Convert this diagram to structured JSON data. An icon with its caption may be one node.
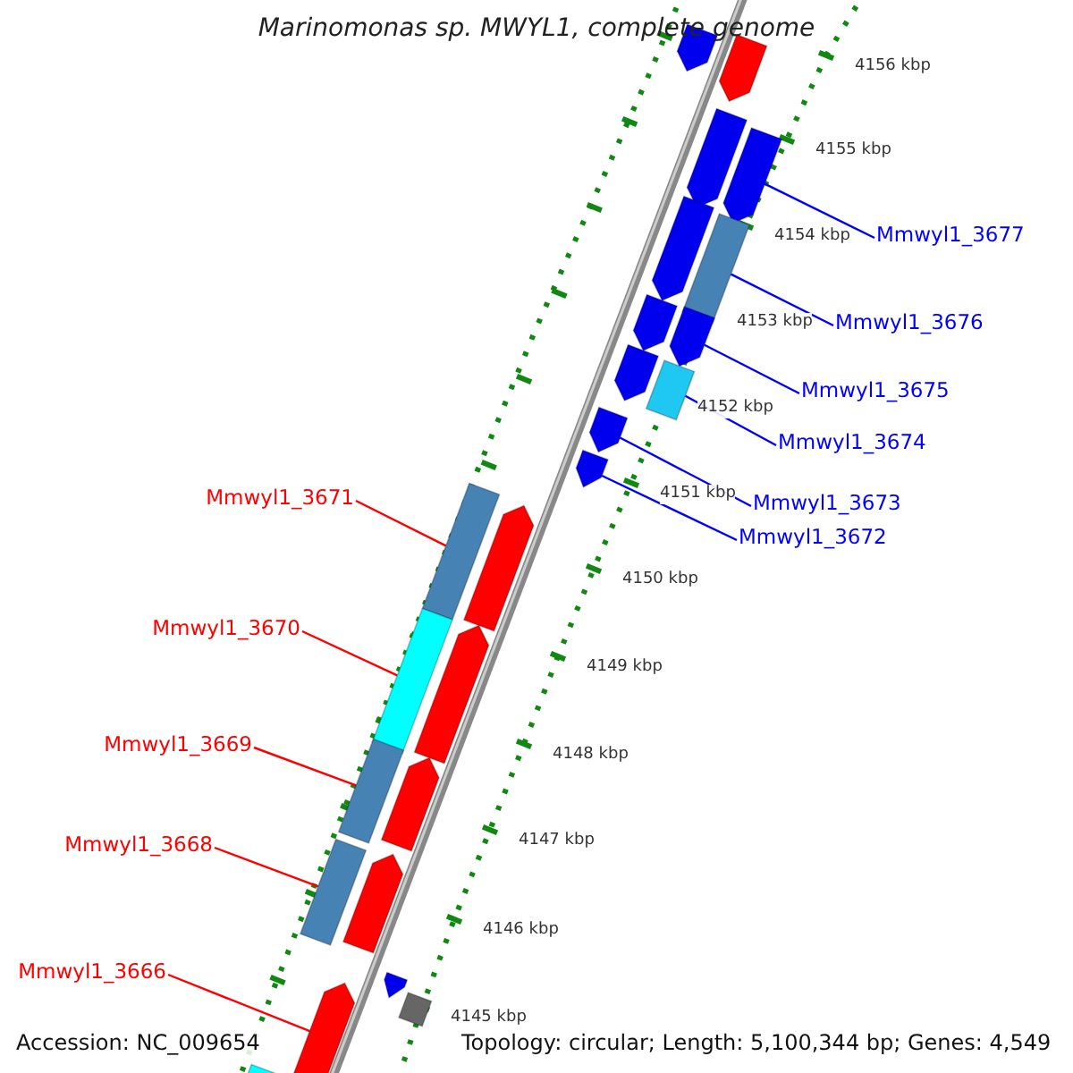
{
  "diagram": {
    "title": "Marinomonas sp. MWYL1, complete genome",
    "nodes": [
      {
        "text": [
          "Mmwyl1_3677"
        ]
      },
      {
        "text": [
          "Mmwyl1_3676"
        ]
      },
      {
        "text": [
          "Mmwyl1_3675"
        ]
      },
      {
        "text": [
          "Mmwyl1_3674"
        ]
      },
      {
        "text": [
          "Mmwyl1_3673"
        ]
      },
      {
        "text": [
          "Mmwyl1_3672"
        ]
      },
      {
        "text": [
          "Mmwyl1_3671"
        ]
      },
      {
        "text": [
          "Mmwyl1_3670"
        ]
      },
      {
        "text": [
          "Mmwyl1_3669"
        ]
      },
      {
        "text": [
          "Mmwyl1_3668"
        ]
      },
      {
        "text": [
          "Mmwyl1_3666"
        ]
      },
      {
        "text": [],
        "shape": "bar"
      },
      {
        "text": [],
        "shape": "bar"
      },
      {
        "text": [],
        "shape": "bar"
      },
      {
        "text": [],
        "shape": "bar"
      },
      {
        "text": [],
        "shape": "bar"
      },
      {
        "text": [],
        "shape": "bar"
      },
      {
        "text": [],
        "shape": "bar"
      },
      {
        "text": [],
        "shape": "bar"
      },
      {
        "text": [],
        "shape": "bar"
      },
      {
        "text": [],
        "shape": "bar"
      },
      {
        "text": [],
        "shape": "bar"
      },
      {
        "text": [],
        "shape": "bar"
      },
      {
        "text": [],
        "shape": "bar"
      },
      {
        "text": [],
        "shape": "bar"
      },
      {
        "text": [],
        "shape": "bar"
      },
      {
        "text": [],
        "shape": "bar"
      },
      {
        "text": [],
        "shape": "bar"
      },
      {
        "text": [],
        "shape": "bar"
      },
      {
        "text": [],
        "shape": "bar"
      },
      {
        "text": [],
        "shape": "bar"
      },
      {
        "text": [],
        "shape": "bar"
      },
      {
        "text": [],
        "shape": "bar"
      },
      {
        "text": [],
        "shape": "bar"
      },
      {
        "text": [],
        "shape": "bar"
      }
    ],
    "edges": [
      {
        "from": 0,
        "to": 11,
        "arrow": "none",
        "color": "#0000ff"
      },
      {
        "from": 1,
        "to": 12,
        "arrow": "none",
        "color": "#0000ff"
      },
      {
        "from": 2,
        "to": 13,
        "arrow": "none",
        "color": "#0000ff"
      },
      {
        "from": 3,
        "to": 14,
        "arrow": "none",
        "color": "#0000ff"
      },
      {
        "from": 4,
        "to": 15,
        "arrow": "none",
        "color": "#0000ff"
      },
      {
        "from": 5,
        "to": 16,
        "arrow": "none",
        "color": "#0000ff"
      },
      {
        "from": 6,
        "to": 17,
        "arrow": "none",
        "color": "#ff0000"
      },
      {
        "from": 7,
        "to": 18,
        "arrow": "none",
        "color": "#ff0000"
      },
      {
        "from": 8,
        "to": 19,
        "arrow": "none",
        "color": "#ff0000"
      },
      {
        "from": 9,
        "to": 20,
        "arrow": "none",
        "color": "#ff0000"
      },
      {
        "from": 10,
        "to": 21,
        "arrow": "none",
        "color": "#ff0000"
      }
    ],
    "labels": [
      "4156 kbp",
      "4155 kbp",
      "4154 kbp",
      "4153 kbp",
      "4152 kbp",
      "4151 kbp",
      "4150 kbp",
      "4149 kbp",
      "4148 kbp",
      "4147 kbp",
      "4146 kbp",
      "4145 kbp",
      "Accession: NC_009654",
      "Topology: circular; Length: 5,100,344 bp; Genes: 4,549"
    ]
  }
}
